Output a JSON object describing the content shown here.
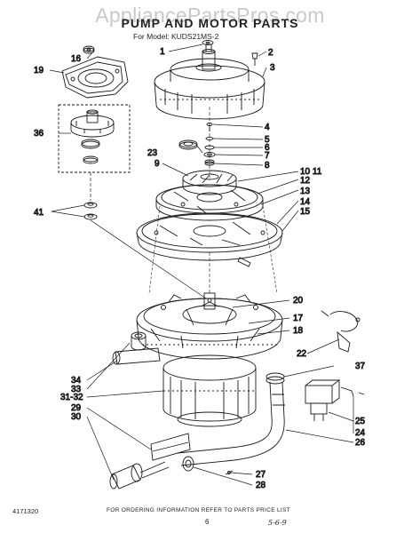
{
  "watermark": "AppliancePartsPros.com",
  "title": "PUMP AND MOTOR PARTS",
  "model_line": "For Model: KUDS21MS-2",
  "footer_note": "FOR ORDERING INFORMATION REFER TO PARTS PRICE LIST",
  "figure_number": "4171320",
  "page_number": "6",
  "date_mark": "5-6-9",
  "callouts": [
    "1",
    "2",
    "3",
    "4",
    "5",
    "6",
    "7",
    "8",
    "9",
    "10 11",
    "12",
    "13",
    "14",
    "15",
    "16",
    "19",
    "36",
    "23",
    "41",
    "20",
    "17",
    "18",
    "22",
    "37",
    "34",
    "33",
    "31-32",
    "29",
    "30",
    "25",
    "24",
    "26",
    "27",
    "28"
  ]
}
